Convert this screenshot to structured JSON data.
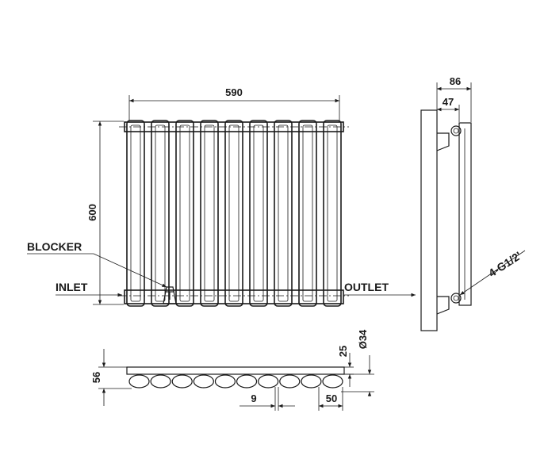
{
  "front_view": {
    "width_dim": "590",
    "height_dim": "600",
    "blocker_label": "BLOCKER",
    "inlet_label": "INLET",
    "outlet_label": "OUTLET",
    "tube_count": 9
  },
  "side_view": {
    "dim_total": "86",
    "dim_offset": "47",
    "connection_label": "4-G1/2'"
  },
  "bottom_view": {
    "depth_dim": "56",
    "tube_depth_dim": "25",
    "diameter_dim": "Ø34",
    "gap_dim": "9",
    "pitch_dim": "50",
    "tube_count": 10
  }
}
